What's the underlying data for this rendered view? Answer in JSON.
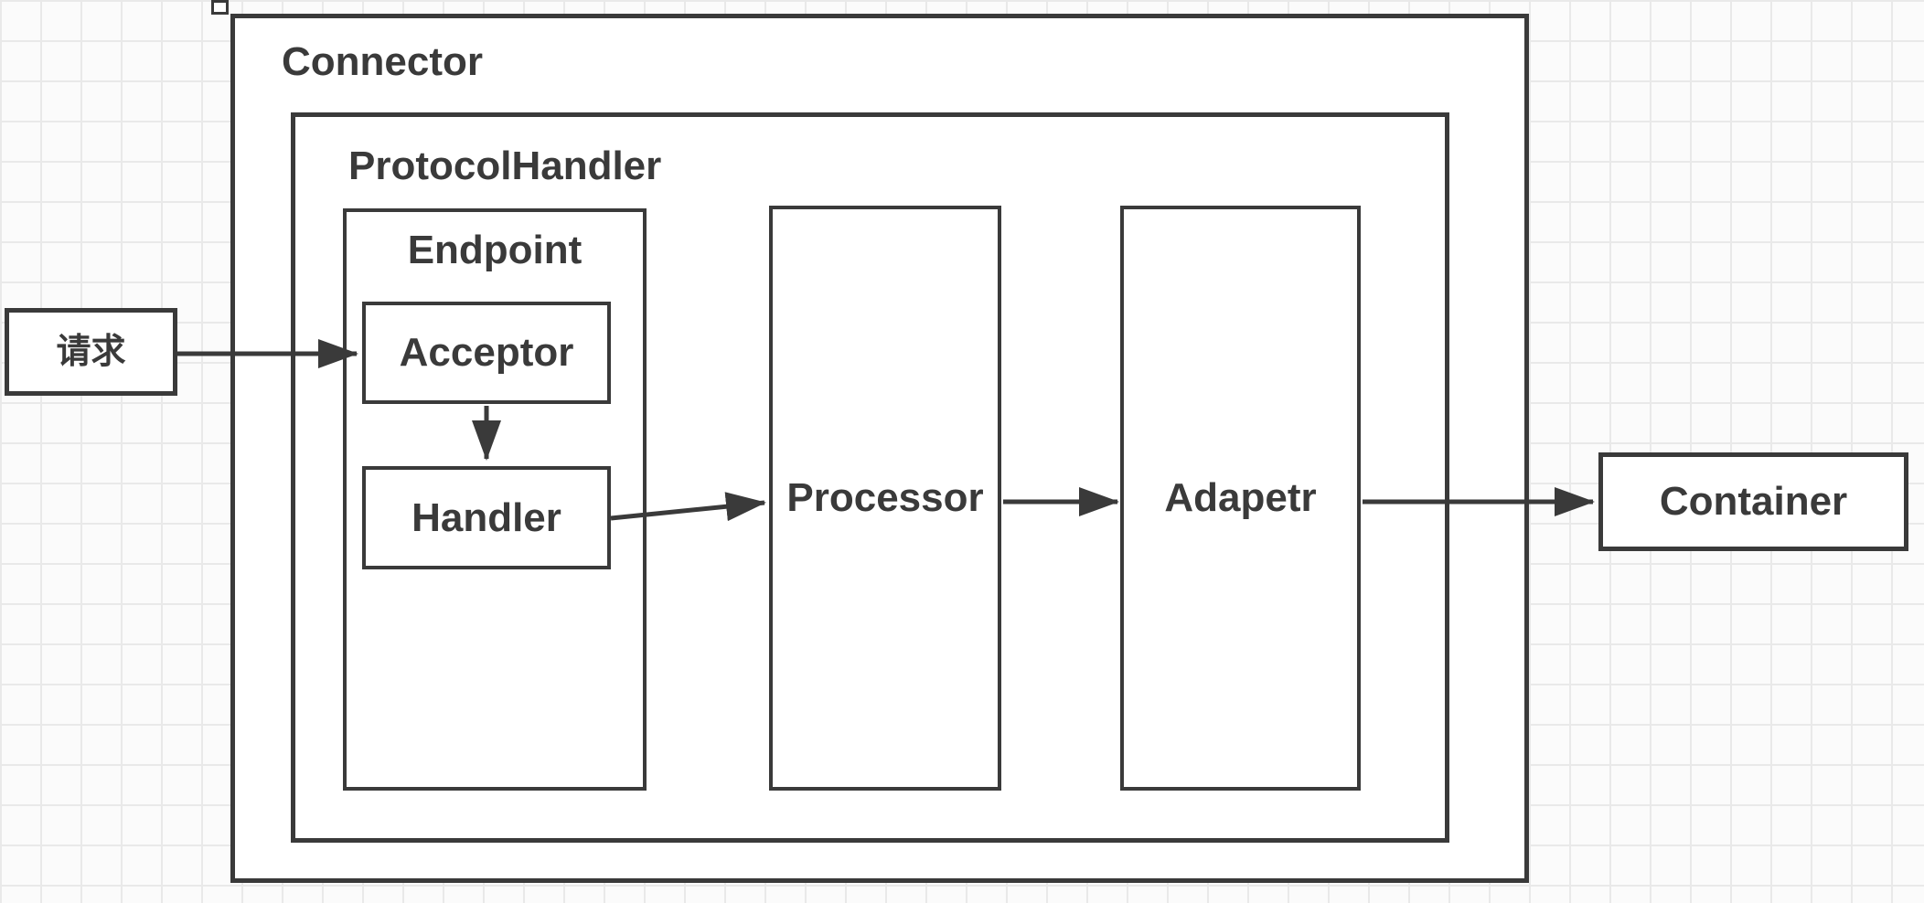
{
  "diagram": {
    "title_context": "Connector architecture diagram",
    "nodes": {
      "request": {
        "label": "请求"
      },
      "connector": {
        "label": "Connector"
      },
      "protocol_handler": {
        "label": "ProtocolHandler"
      },
      "endpoint": {
        "label": "Endpoint"
      },
      "acceptor": {
        "label": "Acceptor"
      },
      "handler": {
        "label": "Handler"
      },
      "processor": {
        "label": "Processor"
      },
      "adapter": {
        "label": "Adapetr"
      },
      "container": {
        "label": "Container"
      }
    },
    "edges": [
      {
        "from": "请求",
        "to": "Acceptor"
      },
      {
        "from": "Acceptor",
        "to": "Handler"
      },
      {
        "from": "Handler",
        "to": "Processor"
      },
      {
        "from": "Processor",
        "to": "Adapetr"
      },
      {
        "from": "Adapetr",
        "to": "Container"
      }
    ],
    "colors": {
      "stroke": "#3a3a3a",
      "text": "#3a3a3a",
      "grid_line": "#e9e9e9",
      "background": "#fbfbfb",
      "node_fill": "#ffffff"
    }
  }
}
